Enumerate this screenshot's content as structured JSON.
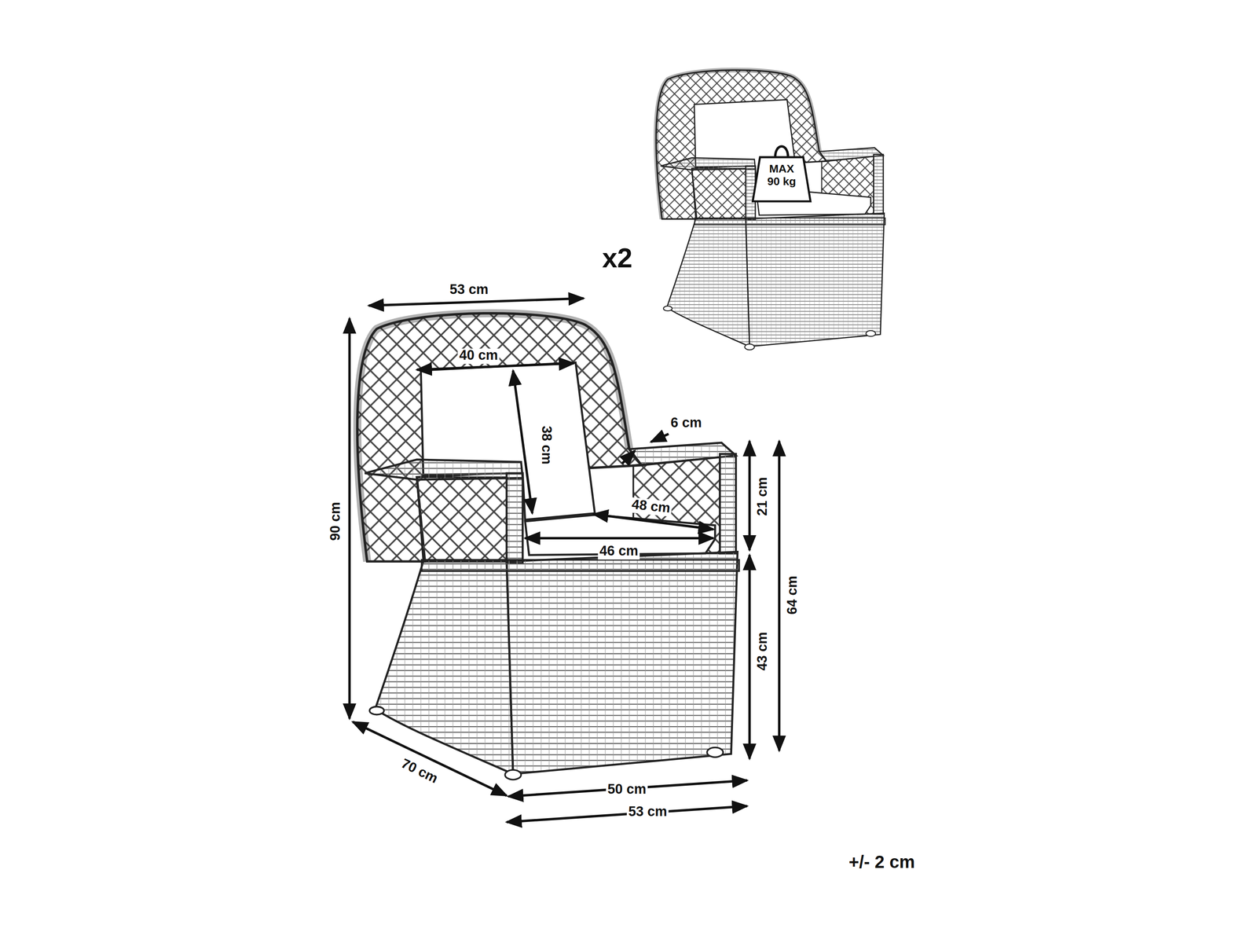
{
  "diagram": {
    "nodes": [
      {
        "text": [
          "MAX 90 kg"
        ]
      }
    ],
    "labels": [
      "x2",
      "53 cm",
      "40 cm",
      "38 cm",
      "6 cm",
      "48 cm",
      "21 cm",
      "90 cm",
      "46 cm",
      "64 cm",
      "43 cm",
      "70 cm",
      "50 cm",
      "53 cm",
      "+/- 2 cm"
    ]
  }
}
